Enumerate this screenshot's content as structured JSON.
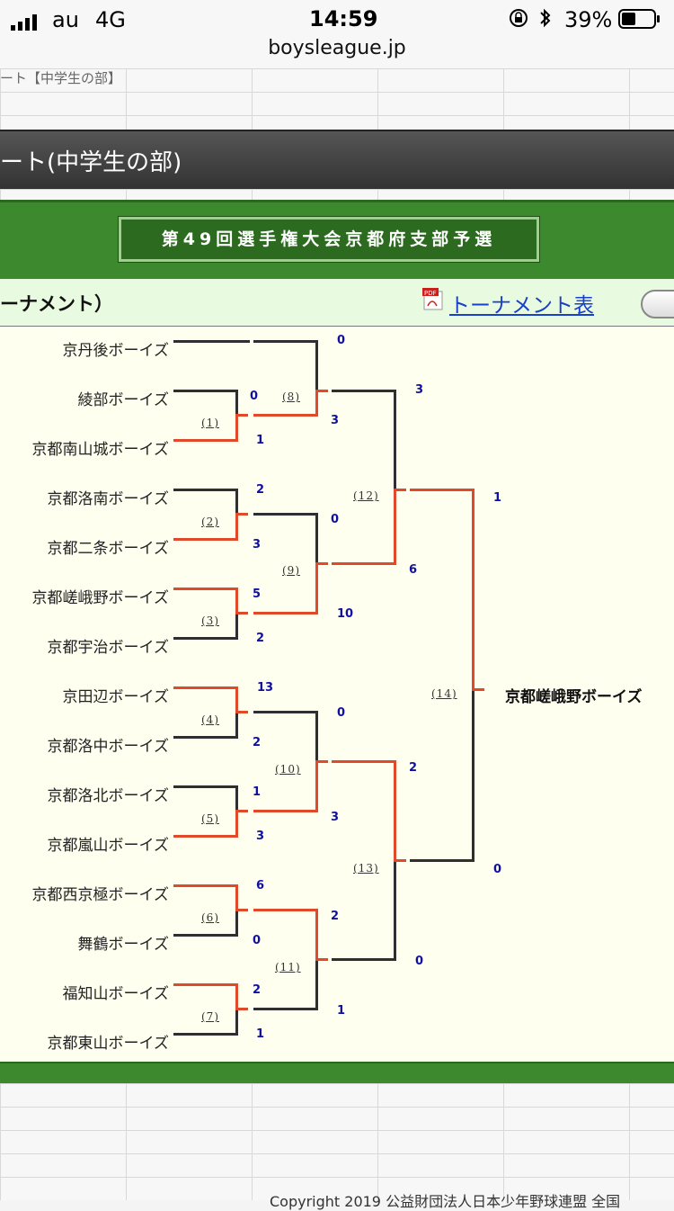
{
  "status": {
    "carrier": "au",
    "network": "4G",
    "time": "14:59",
    "battery": "39%"
  },
  "browser": {
    "url": "boysleague.jp"
  },
  "page": {
    "breadcrumb": "ート【中学生の部】",
    "header_title": "ート(中学生の部)",
    "tournament_title": "第49回選手権大会京都府支部予選",
    "section_label": "ーナメント）",
    "pdf_icon_label": "PDF",
    "pdf_link": "トーナメント表",
    "footer_text": "Copyright 2019 公益財団法人日本少年野球連盟 全国"
  },
  "bracket": {
    "teams": [
      "京丹後ボーイズ",
      "綾部ボーイズ",
      "京都南山城ボーイズ",
      "京都洛南ボーイズ",
      "京都二条ボーイズ",
      "京都嵯峨野ボーイズ",
      "京都宇治ボーイズ",
      "京田辺ボーイズ",
      "京都洛中ボーイズ",
      "京都洛北ボーイズ",
      "京都嵐山ボーイズ",
      "京都西京極ボーイズ",
      "舞鶴ボーイズ",
      "福知山ボーイズ",
      "京都東山ボーイズ"
    ],
    "match_labels": [
      "(1)",
      "(2)",
      "(3)",
      "(4)",
      "(5)",
      "(6)",
      "(7)",
      "(8)",
      "(9)",
      "(10)",
      "(11)",
      "(12)",
      "(13)",
      "(14)"
    ],
    "scores": {
      "m1": [
        "0",
        "1"
      ],
      "m2": [
        "2",
        "3"
      ],
      "m3": [
        "5",
        "2"
      ],
      "m4": [
        "13",
        "2"
      ],
      "m5": [
        "1",
        "3"
      ],
      "m6": [
        "6",
        "0"
      ],
      "m7": [
        "2",
        "1"
      ],
      "m8": [
        "0",
        "3"
      ],
      "m9": [
        "0",
        "10"
      ],
      "m10": [
        "0",
        "3"
      ],
      "m11": [
        "2",
        "1"
      ],
      "m12": [
        "3",
        "6"
      ],
      "m13": [
        "2",
        "0"
      ],
      "m14": [
        "1",
        "0"
      ]
    },
    "champion": "京都嵯峨野ボーイズ"
  },
  "colors": {
    "win_line": "#e04a2a",
    "lose_line": "#2f2f2f",
    "score": "#1010a0",
    "green": "#3d8a2e"
  }
}
